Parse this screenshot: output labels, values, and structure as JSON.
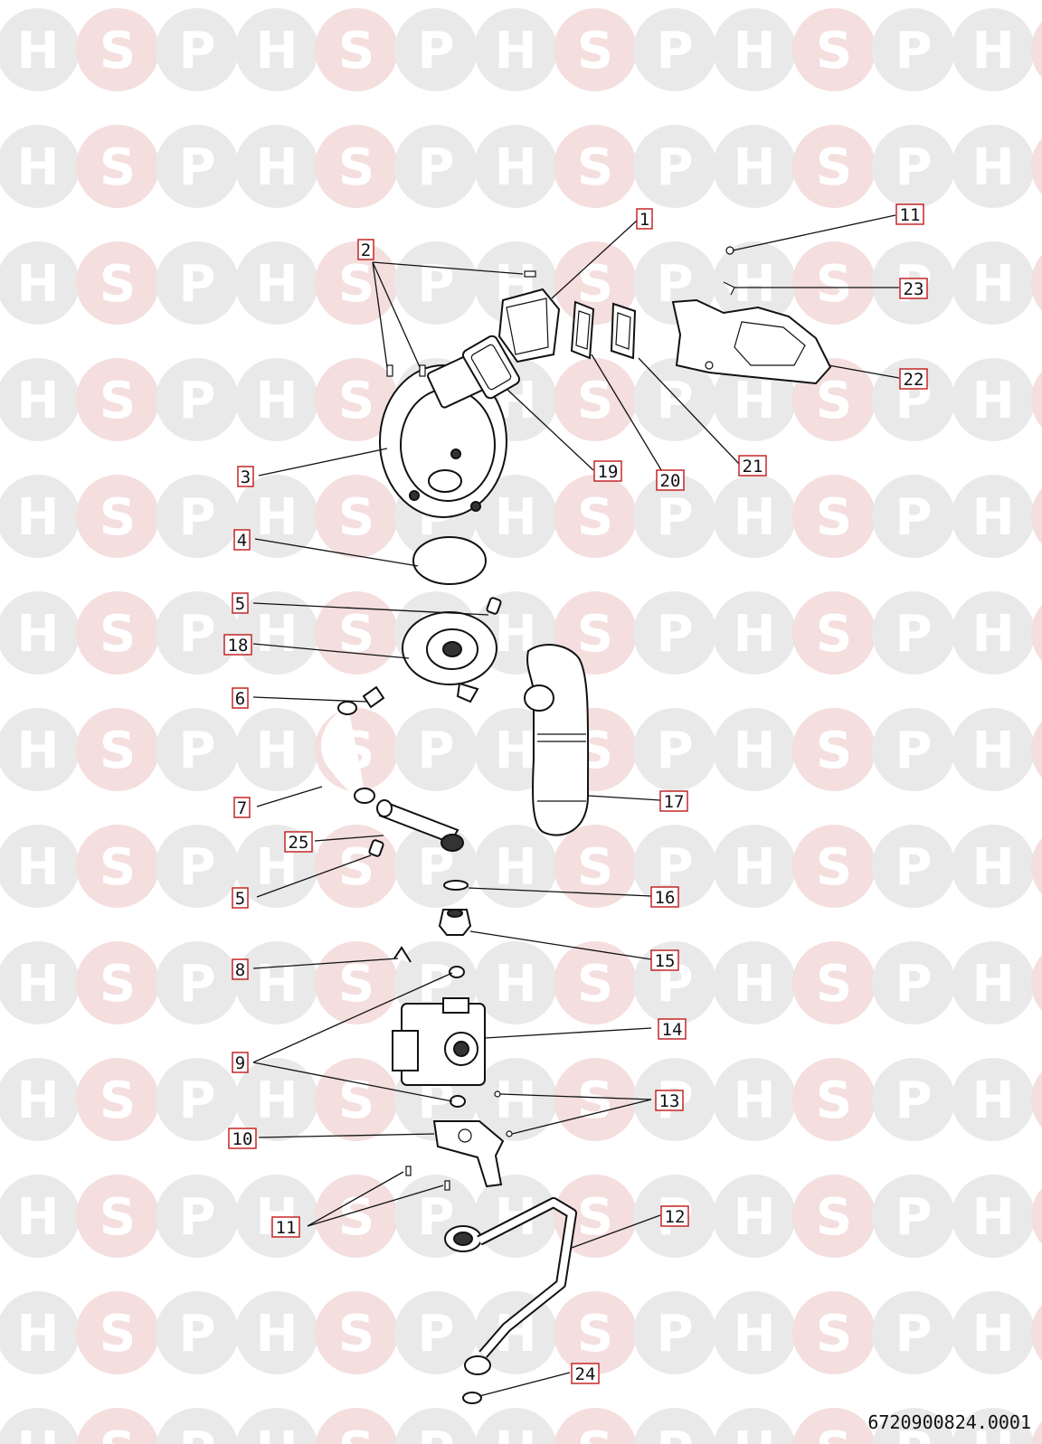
{
  "watermark": {
    "letters": [
      "H",
      "S",
      "P"
    ],
    "colors": {
      "H": "#e9e9e9",
      "S": "#f4dede",
      "P": "#e9e9e9"
    },
    "text_color": "#ffffff"
  },
  "drawing_code": "6720900824.0001",
  "callouts": [
    "1",
    "2",
    "3",
    "4",
    "5",
    "18",
    "6",
    "7",
    "25",
    "5",
    "8",
    "9",
    "10",
    "11",
    "11",
    "23",
    "22",
    "21",
    "20",
    "19",
    "17",
    "16",
    "15",
    "14",
    "13",
    "12",
    "24"
  ],
  "accent_colors": {
    "callout_border": "#c01818",
    "line": "#111111"
  }
}
